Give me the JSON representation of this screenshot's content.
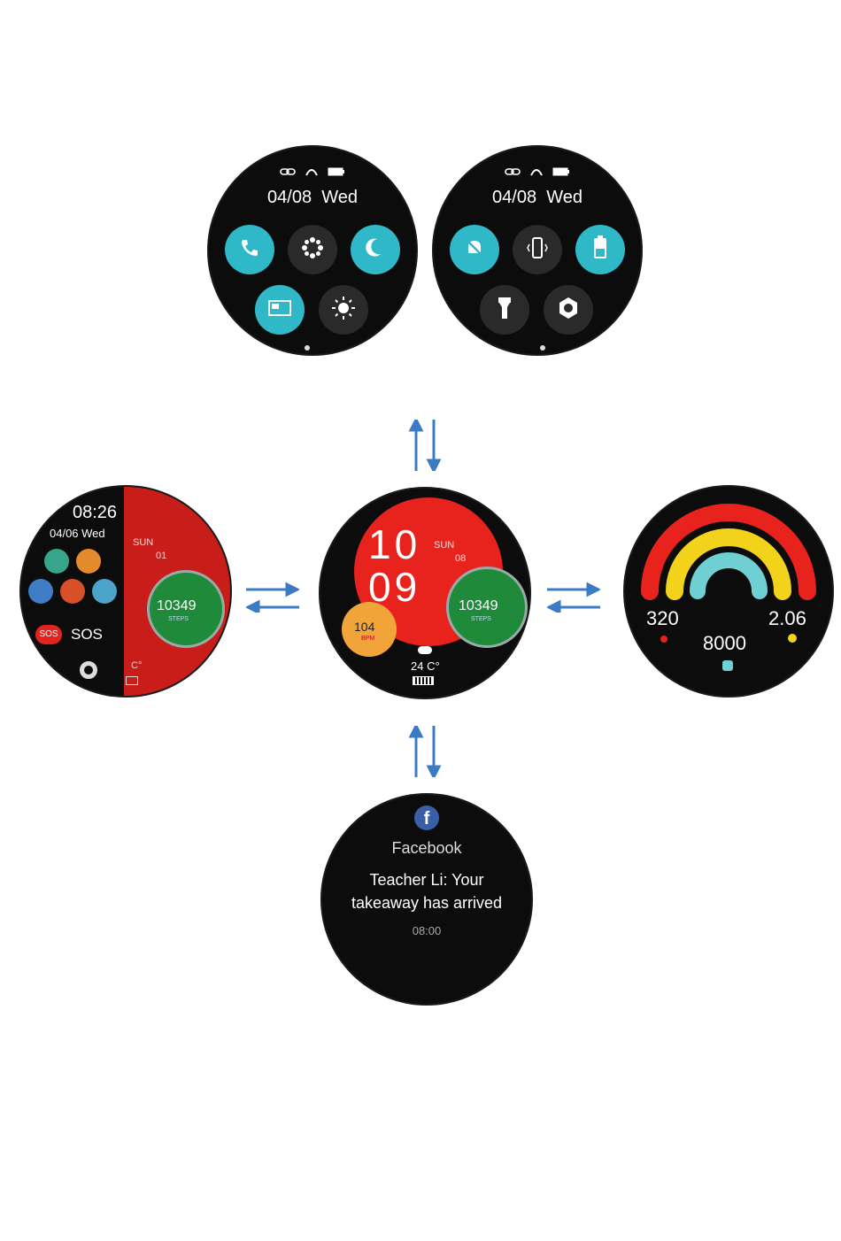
{
  "control_panel_1": {
    "date": "04/08",
    "day": "Wed",
    "status_icons": [
      "link-icon",
      "headset-icon",
      "battery-icon"
    ],
    "buttons": [
      {
        "icon": "phone-icon",
        "style": "teal"
      },
      {
        "icon": "dots-icon",
        "style": "dark"
      },
      {
        "icon": "moon-icon",
        "style": "teal"
      },
      {
        "icon": "screen-icon",
        "style": "teal"
      },
      {
        "icon": "brightness-icon",
        "style": "dark"
      }
    ]
  },
  "control_panel_2": {
    "date": "04/08",
    "day": "Wed",
    "status_icons": [
      "link-icon",
      "headset-icon",
      "battery-icon"
    ],
    "buttons": [
      {
        "icon": "bell-mute-icon",
        "style": "teal"
      },
      {
        "icon": "vibrate-icon",
        "style": "dark"
      },
      {
        "icon": "battery-saver-icon",
        "style": "teal"
      },
      {
        "icon": "flashlight-icon",
        "style": "dark"
      },
      {
        "icon": "settings-icon",
        "style": "dark"
      }
    ]
  },
  "watch_face": {
    "hour": "10",
    "minute": "09",
    "weekday": "SUN",
    "day": "08",
    "steps": "10349",
    "steps_label": "STEPS",
    "heart_rate": "104",
    "heart_label": "BPM",
    "temperature": "24 C°",
    "colors": {
      "red": "#e8231e",
      "green": "#1f8a3a",
      "orange": "#f0a43a"
    }
  },
  "left_screen": {
    "time": "08:26",
    "date": "04/06 Wed",
    "weekday": "SUN",
    "day": "01",
    "steps": "10349",
    "steps_label": "STEPS",
    "sos_badge": "SOS",
    "sos_label": "SOS",
    "temp": "C°"
  },
  "activity_screen": {
    "calories": "320",
    "distance": "2.06",
    "steps": "8000",
    "colors": {
      "red": "#e8231e",
      "yellow": "#f2d21a",
      "cyan": "#6fd0d4"
    }
  },
  "notification": {
    "app": "Facebook",
    "message_line1": "Teacher Li: Your",
    "message_line2": "takeaway has arrived",
    "time": "08:00"
  }
}
